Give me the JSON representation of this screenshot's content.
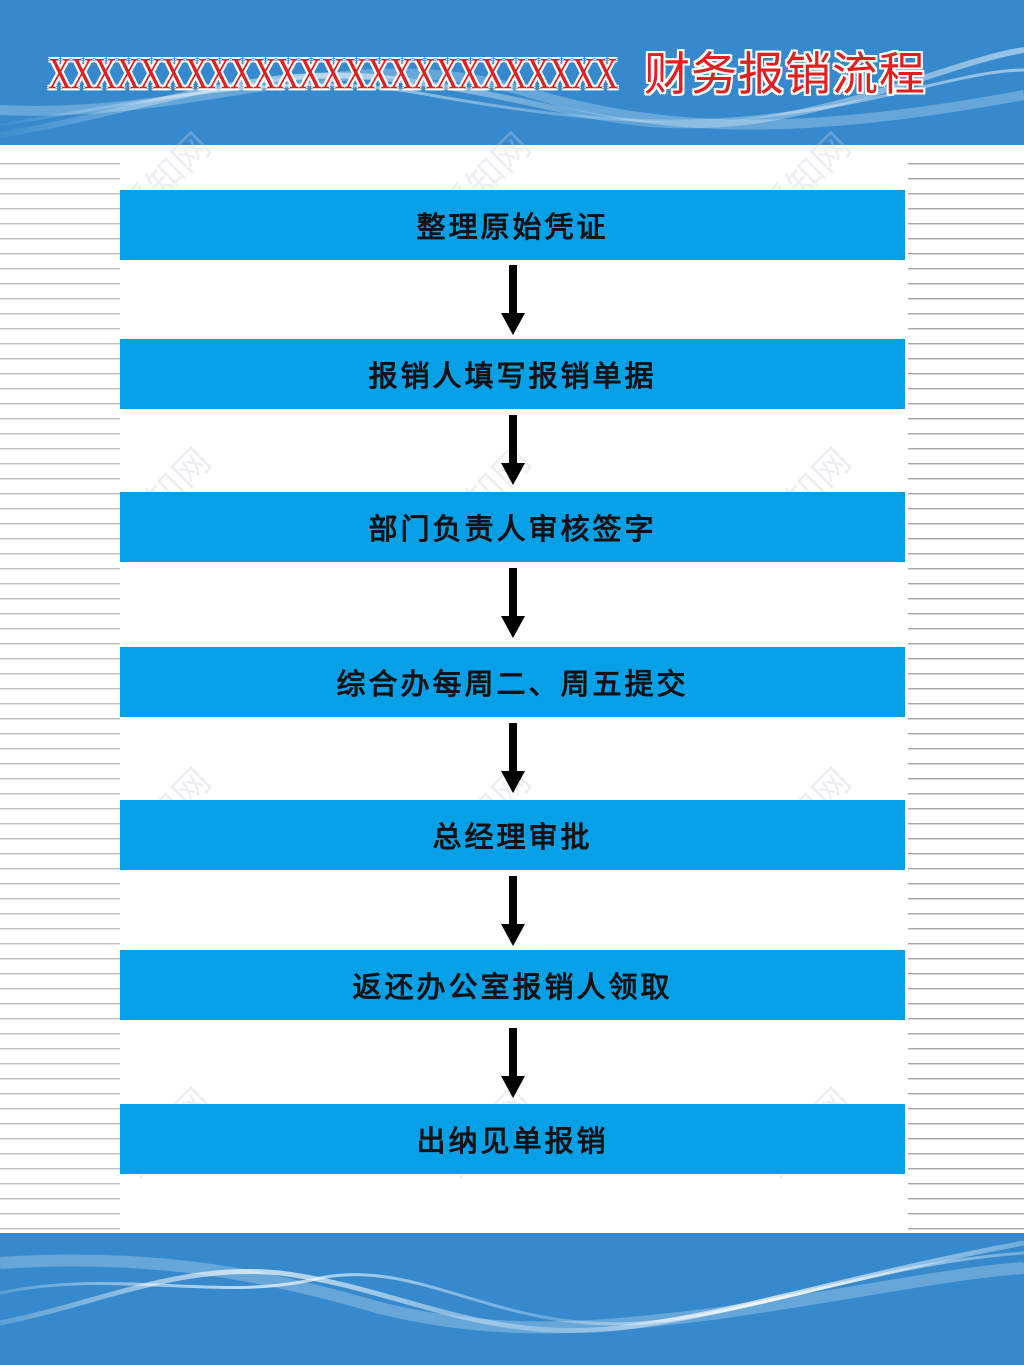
{
  "header": {
    "title_prefix": "XXXXXXXXXXXXXXXXXXXXXXXXX",
    "title_main": "财务报销流程"
  },
  "flow": {
    "steps": [
      {
        "label": "整理原始凭证"
      },
      {
        "label": "报销人填写报销单据"
      },
      {
        "label": "部门负责人审核签字"
      },
      {
        "label": "综合办每周二、周五提交"
      },
      {
        "label": "总经理审批"
      },
      {
        "label": "返还办公室报销人领取"
      },
      {
        "label": "出纳见单报销"
      }
    ],
    "arrow_icon": "down-arrow-icon"
  },
  "watermark": {
    "text": "觅知网"
  },
  "colors": {
    "banner_blue": "#3589cc",
    "step_blue": "#06a0e6",
    "title_red": "#e02020",
    "arrow_black": "#000000"
  }
}
